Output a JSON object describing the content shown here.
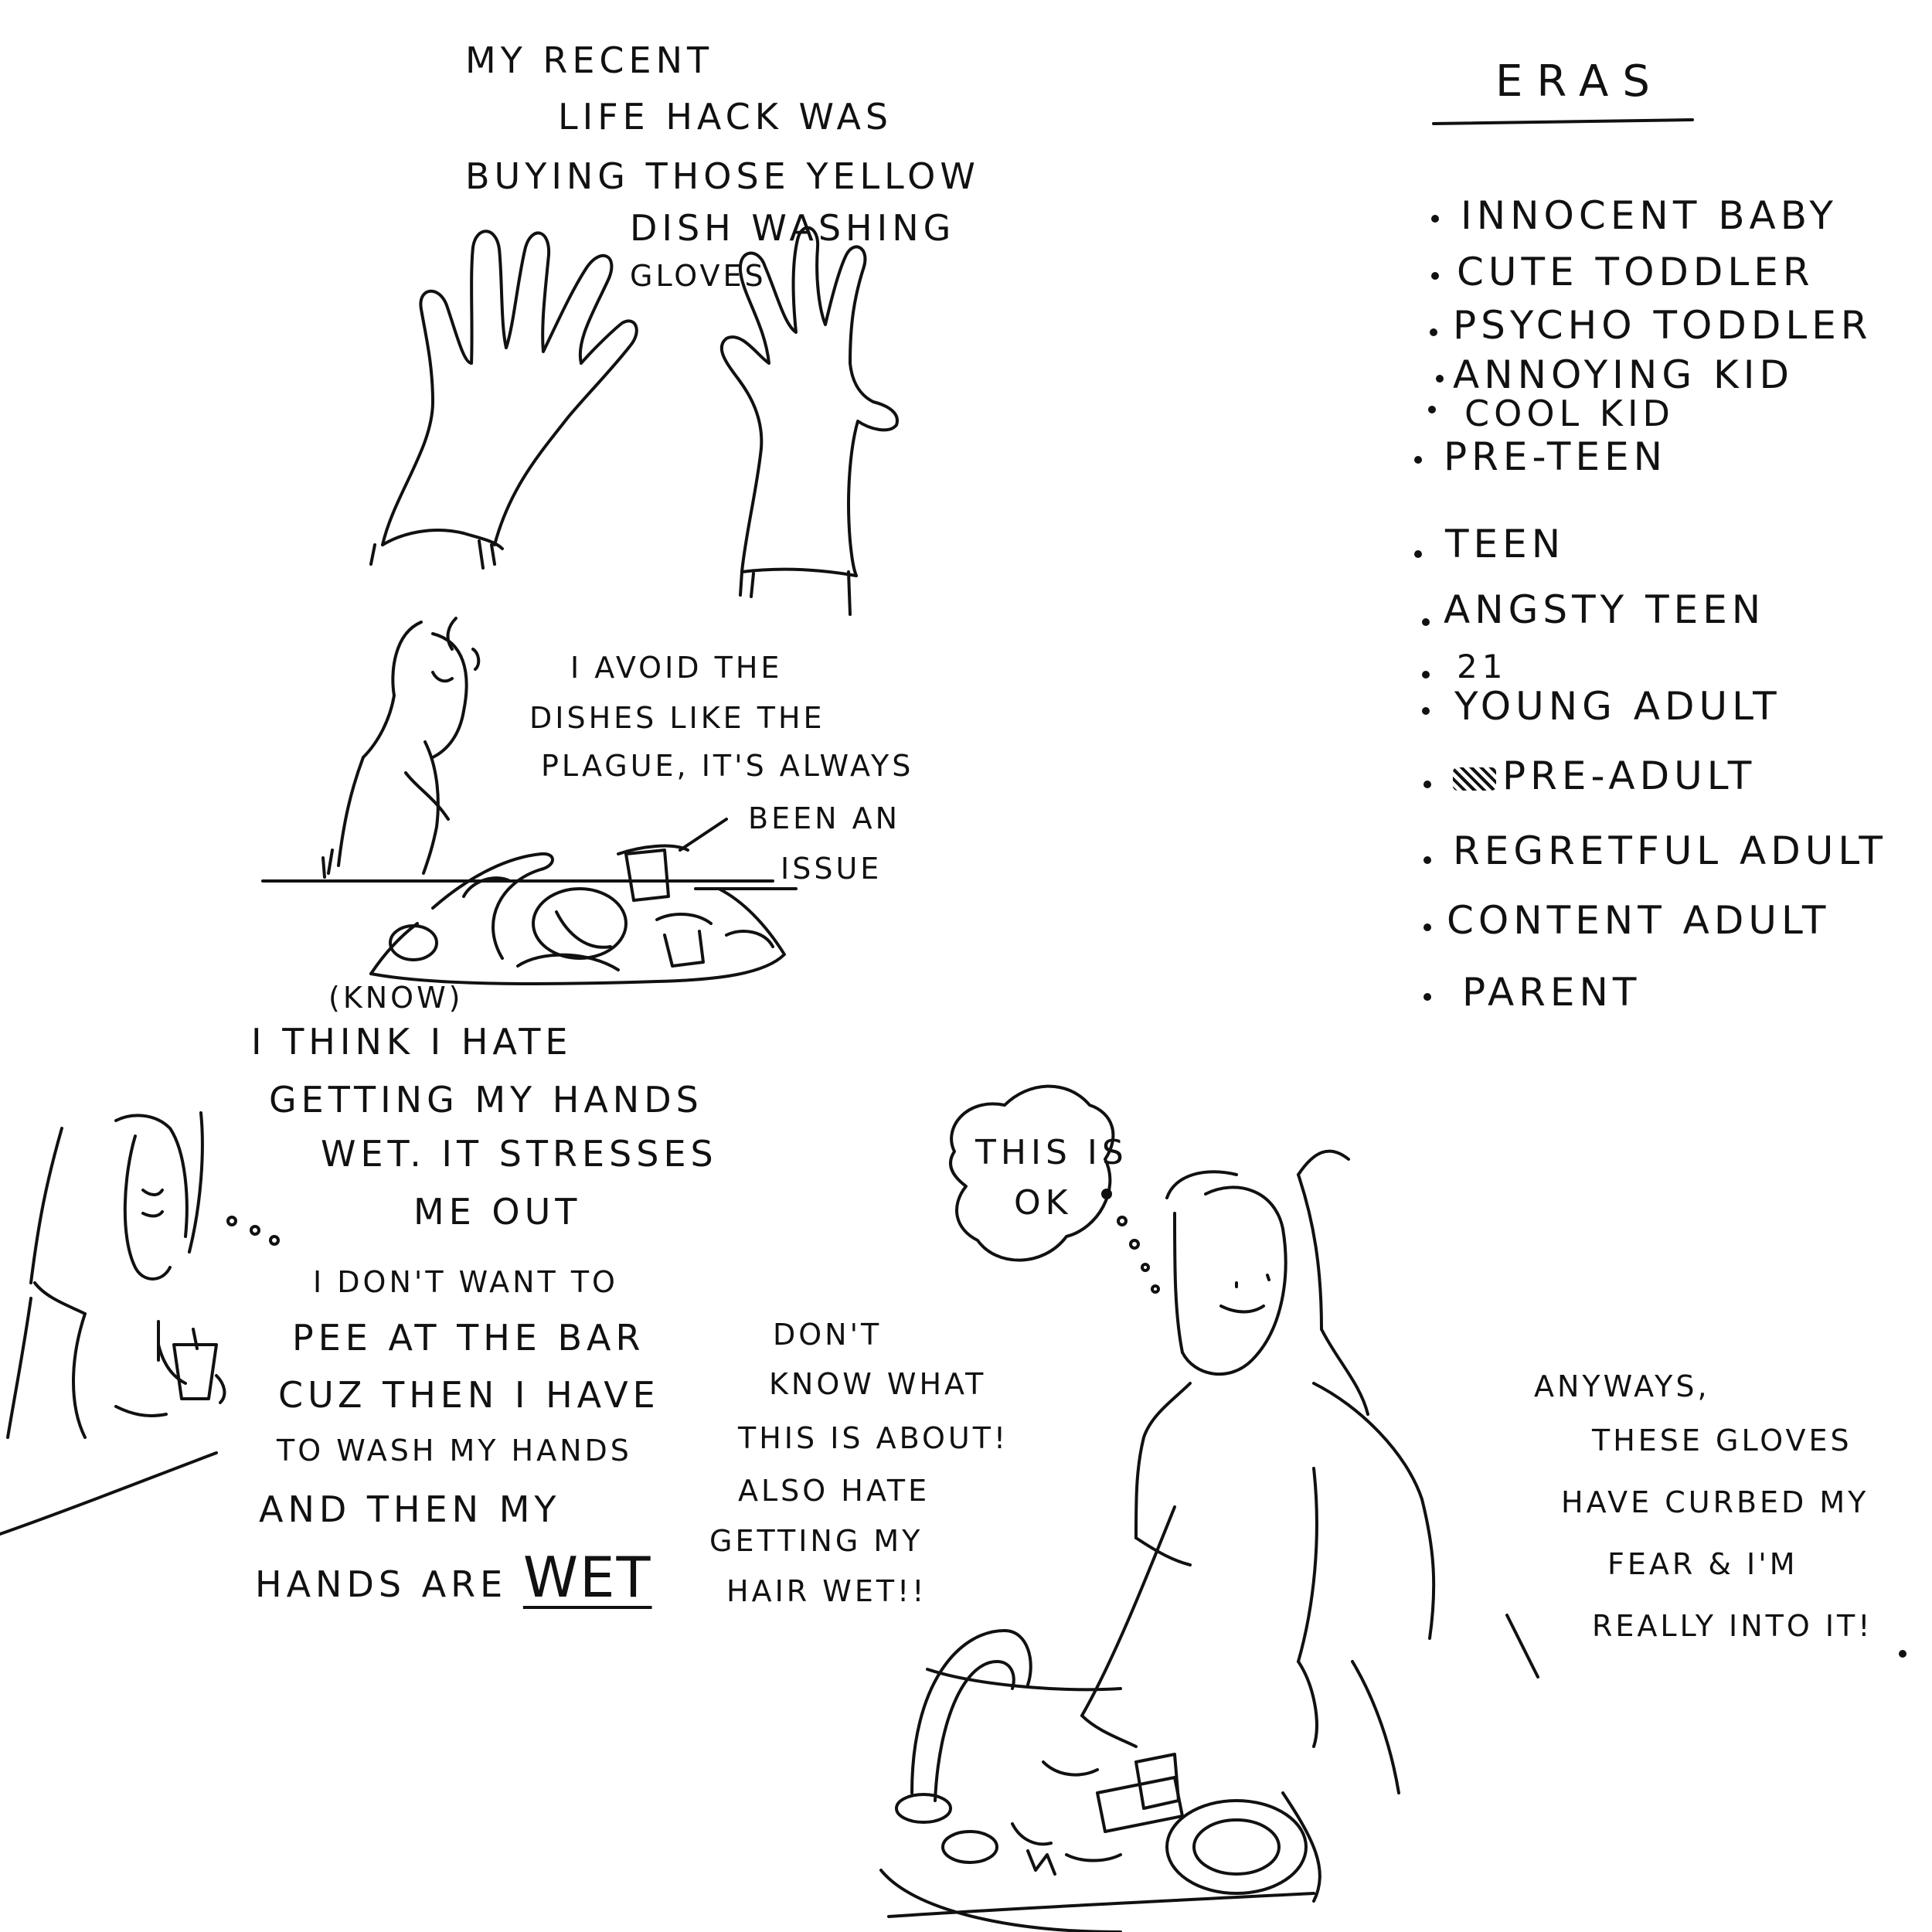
{
  "top_caption": [
    "MY RECENT",
    "LIFE HACK WAS",
    "BUYING THOSE YELLOW",
    "DISH WASHING",
    "GLOVES"
  ],
  "dishes_caption": [
    "I AVOID THE",
    "DISHES LIKE THE",
    "PLAGUE, IT'S ALWAYS",
    "BEEN AN",
    "ISSUE"
  ],
  "wet_hands_caption": {
    "insert": "(KNOW)",
    "lines": [
      "I THINK I HATE",
      "GETTING MY HANDS",
      "WET. IT STRESSES",
      "ME OUT"
    ]
  },
  "bar_caption": {
    "lines": [
      "I DON'T WANT TO",
      "PEE AT THE BAR",
      "CUZ THEN I HAVE",
      "TO WASH MY HANDS",
      "AND THEN MY"
    ],
    "last_line_prefix": "HANDS ARE",
    "emphasis": "WET"
  },
  "side_note": [
    "DON'T",
    "KNOW WHAT",
    "THIS IS ABOUT!",
    "ALSO HATE",
    "GETTING MY",
    "HAIR WET!!"
  ],
  "thought_bubble": [
    "THIS IS",
    "OK"
  ],
  "ending_caption": [
    "ANYWAYS,",
    "THESE GLOVES",
    "HAVE CURBED MY",
    "FEAR & I'M",
    "REALLY INTO IT!"
  ],
  "eras": {
    "title": "ERAS",
    "items": [
      "INNOCENT BABY",
      "CUTE TODDLER",
      "PSYCHO TODDLER",
      "ANNOYING KID",
      "COOL KID",
      "PRE-TEEN",
      "TEEN",
      "ANGSTY TEEN",
      "21",
      "YOUNG ADULT",
      "PRE-ADULT",
      "REGRETFUL ADULT",
      "CONTENT ADULT",
      "PARENT"
    ]
  }
}
